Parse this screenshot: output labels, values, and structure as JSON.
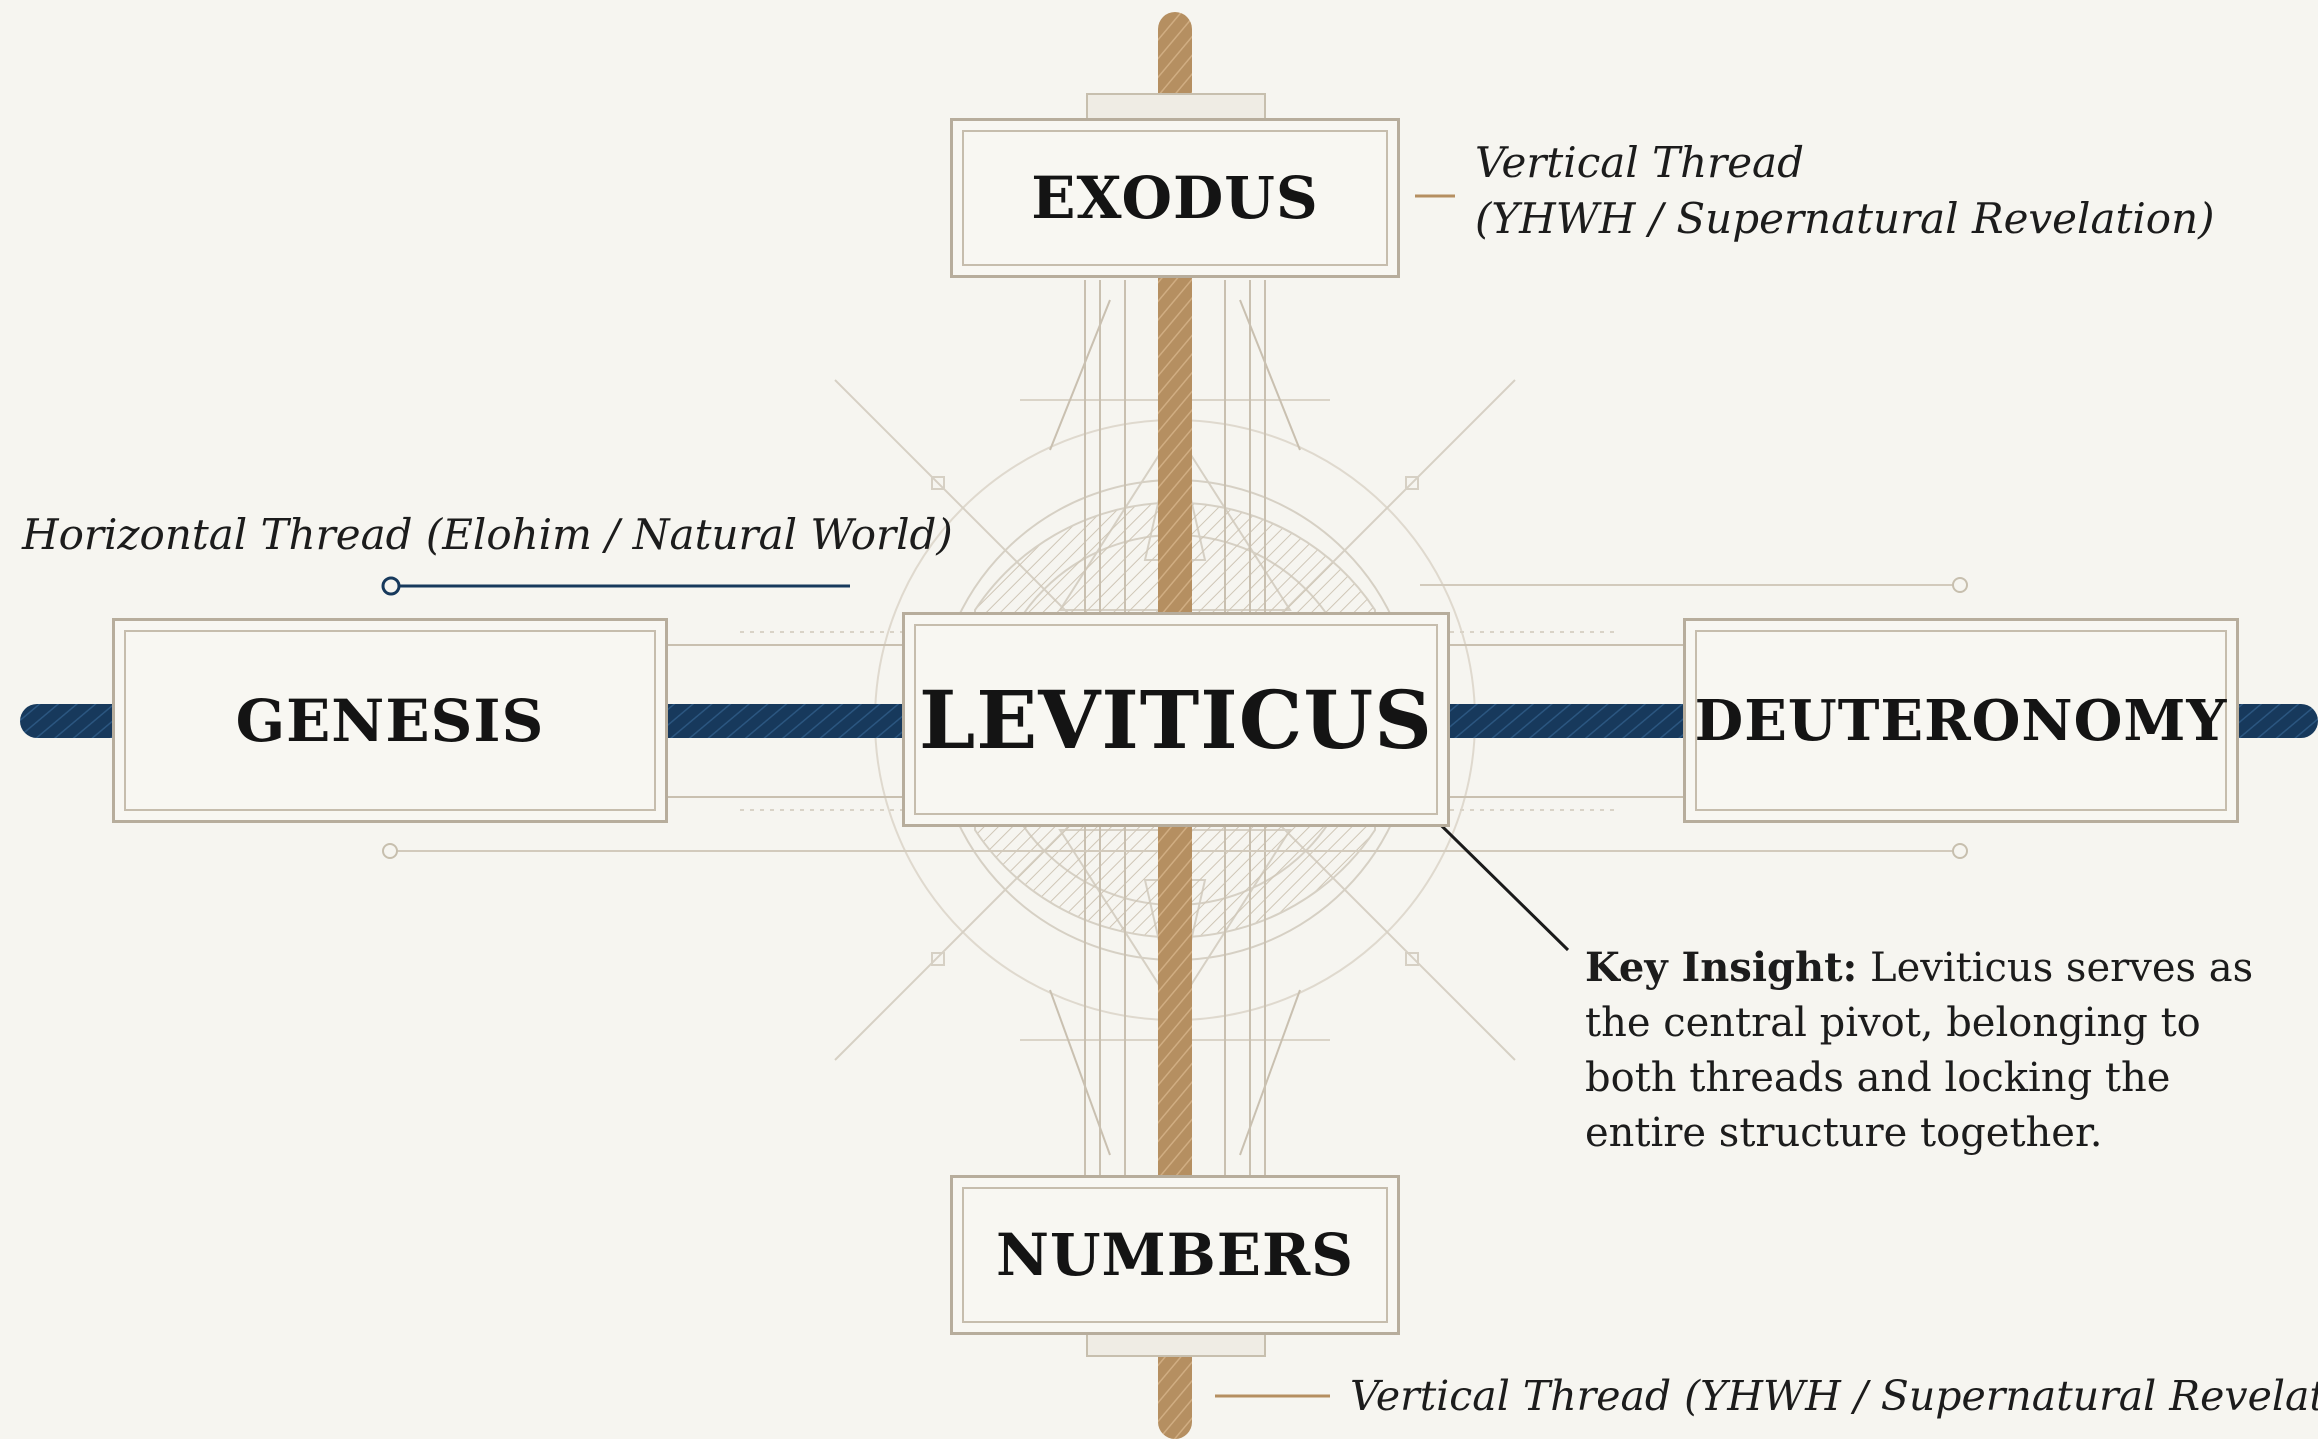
{
  "diagram": {
    "center_box": {
      "label": "LEVITICUS"
    },
    "boxes": {
      "top": "EXODUS",
      "left": "GENESIS",
      "right": "DEUTERONOMY",
      "bottom": "NUMBERS"
    },
    "labels": {
      "vertical_top_line1": "Vertical Thread",
      "vertical_top_line2": "(YHWH / Supernatural Revelation)",
      "horizontal": "Horizontal Thread (Elohim / Natural World)",
      "vertical_bottom": "Vertical Thread (YHWH / Supernatural Revelation)"
    },
    "insight": {
      "title": "Key Insight:",
      "body": "Leviticus serves as the central pivot, belonging to both threads and locking the entire structure together."
    },
    "colors": {
      "background": "#f6f5f0",
      "horizontal_thread": "#17395c",
      "vertical_thread": "#b58f61",
      "frame_line": "#b7ad9c",
      "text": "#141414"
    }
  }
}
